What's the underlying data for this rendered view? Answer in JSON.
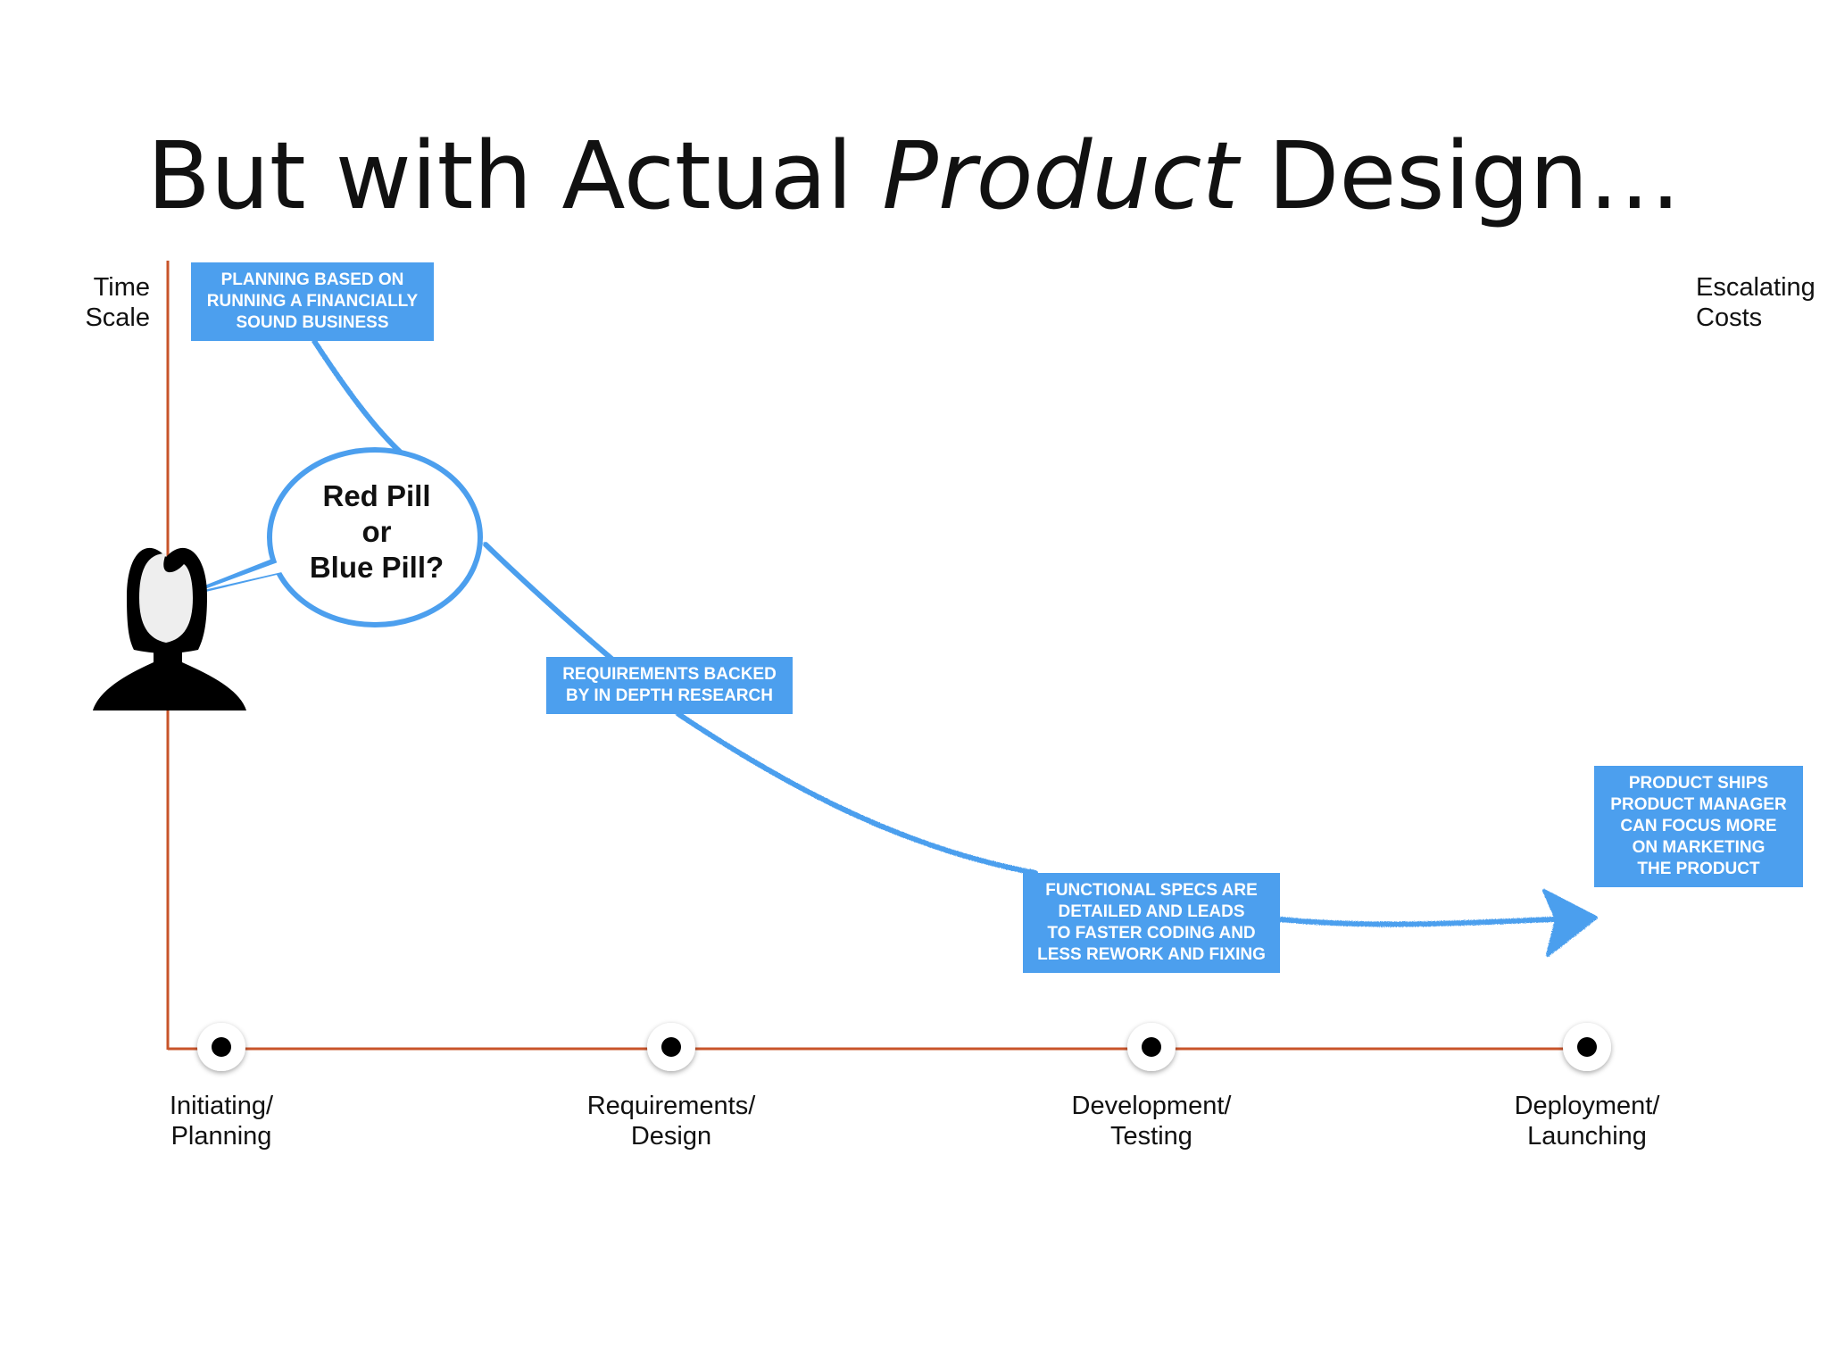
{
  "slide": {
    "title": {
      "before": "But with Actual ",
      "emphasis": "Product",
      "after": " Design…"
    },
    "y_axis_label": {
      "line1": "Time",
      "line2": "Scale"
    },
    "right_label": {
      "line1": "Escalating",
      "line2": "Costs"
    },
    "milestones": [
      {
        "line1": "Initiating/",
        "line2": "Planning"
      },
      {
        "line1": "Requirements/",
        "line2": "Design"
      },
      {
        "line1": "Development/",
        "line2": "Testing"
      },
      {
        "line1": "Deployment/",
        "line2": "Launching"
      }
    ],
    "callouts": {
      "planning": [
        "PLANNING BASED ON",
        "RUNNING A FINANCIALLY",
        "SOUND BUSINESS"
      ],
      "requirements": [
        "REQUIREMENTS BACKED",
        "BY IN DEPTH RESEARCH"
      ],
      "functional": [
        "FUNCTIONAL SPECS ARE",
        "DETAILED AND LEADS",
        "TO FASTER CODING AND",
        "LESS REWORK AND FIXING"
      ],
      "ships": [
        "PRODUCT SHIPS",
        "PRODUCT MANAGER",
        "CAN FOCUS MORE",
        "ON MARKETING",
        "THE PRODUCT"
      ]
    },
    "speech_bubble": [
      "Red Pill",
      "or",
      "Blue Pill?"
    ],
    "icons": [
      "person-icon",
      "milestone-dot-icon",
      "arrow-head-icon"
    ],
    "colors": {
      "axis": "#c8542a",
      "curve": "#4c9fee",
      "callout_bg": "#4c9fee",
      "callout_text": "#ffffff",
      "person": "#000000",
      "text": "#111111"
    }
  }
}
